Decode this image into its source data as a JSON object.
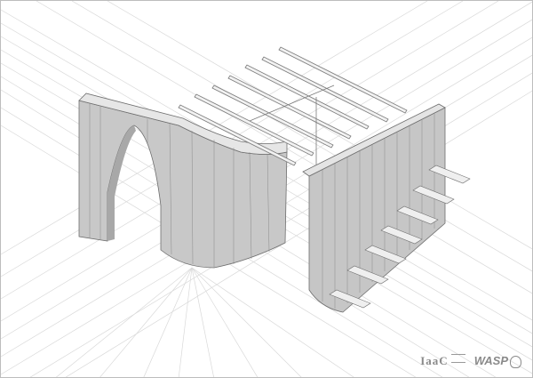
{
  "drawing": {
    "type": "axonometric architectural drawing",
    "subject": "3D-printed clay/earth wall prototypes with timber roof joists",
    "elements": [
      {
        "id": "left-wall",
        "label": "Curved printed wall with arch opening"
      },
      {
        "id": "right-wall",
        "label": "Straight printed wall with stepped cantilevered brackets"
      },
      {
        "id": "roof-joists",
        "label": "Linear timber roof joists",
        "count": 7
      },
      {
        "id": "ground-grid",
        "label": "Perspective construction lines"
      }
    ],
    "colors": {
      "background": "#ffffff",
      "wall_fill": "#c8c8c8",
      "wall_shadow": "#b4b4b4",
      "line": "#6e6e6e",
      "construction_line": "#d6d6d6",
      "border": "#bdbdbd"
    }
  },
  "logos": {
    "iaac": "IaaC",
    "wasp": "WASP"
  }
}
